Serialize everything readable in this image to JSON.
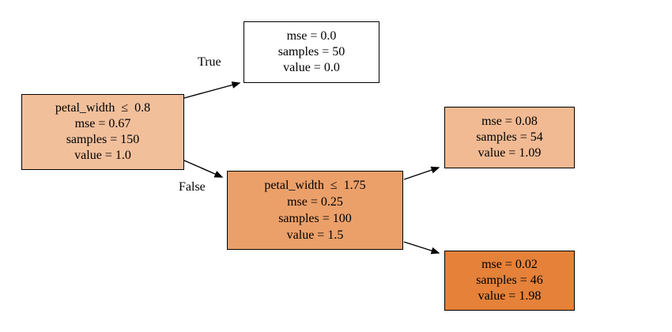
{
  "figure": {
    "type": "decision-tree-regression",
    "background": "#ffffff",
    "node_border_color": "#000000",
    "edge_color": "#000000"
  },
  "edges": {
    "true_label": "True",
    "false_label": "False"
  },
  "nodes": {
    "root": {
      "condition": "petal_width  ≤  0.8",
      "mse": "mse = 0.67",
      "samples": "samples = 150",
      "value": "value = 1.0",
      "fill": "#f2bf9b"
    },
    "true_leaf": {
      "mse": "mse = 0.0",
      "samples": "samples = 50",
      "value": "value = 0.0",
      "fill": "#ffffff"
    },
    "false_node": {
      "condition": "petal_width  ≤  1.75",
      "mse": "mse = 0.25",
      "samples": "samples = 100",
      "value": "value = 1.5",
      "fill": "#eba06a"
    },
    "false_true_leaf": {
      "mse": "mse = 0.08",
      "samples": "samples = 54",
      "value": "value = 1.09",
      "fill": "#f1ba93"
    },
    "false_false_leaf": {
      "mse": "mse = 0.02",
      "samples": "samples = 46",
      "value": "value = 1.98",
      "fill": "#e58139"
    }
  }
}
